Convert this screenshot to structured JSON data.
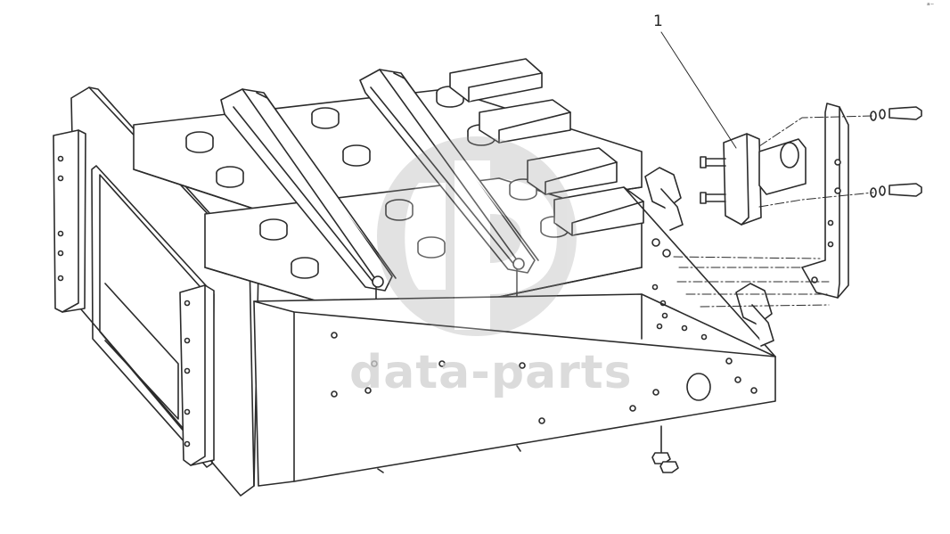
{
  "diagram": {
    "callouts": [
      {
        "label": "1"
      }
    ],
    "watermark": {
      "text": "data-parts"
    },
    "corner_mark": "ᵃ⁻"
  },
  "colors": {
    "line": "#2b2b2b",
    "watermark": "#cfcfcf",
    "background": "#ffffff"
  }
}
